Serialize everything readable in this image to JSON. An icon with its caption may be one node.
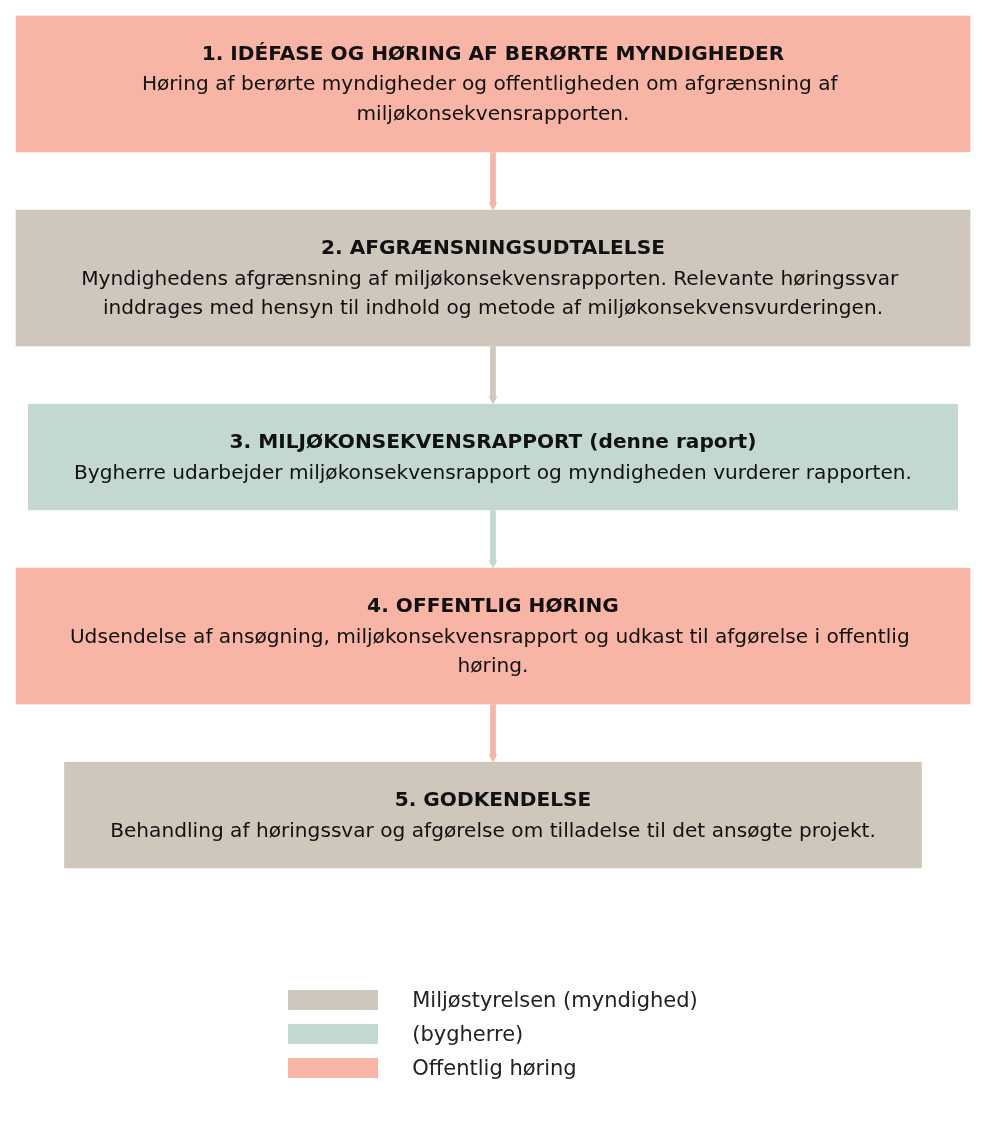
{
  "diagram": {
    "nodes": [
      {
        "text": [
          "1. IDÉFASE OG HØRING AF BERØRTE MYNDIGHEDER",
          "Høring af berørte myndigheder og offentligheden om afgrænsning af miljøkonsekvensrapporten."
        ]
      },
      {
        "text": [
          "2. AFGRÆNSNINGSUDTALELSE",
          "Myndighedens afgrænsning af miljøkonsekvensrapporten. Relevante høringssvar inddrages med hensyn til indhold og metode af miljøkonsekvensvurderingen."
        ]
      },
      {
        "text": [
          "3. MILJØKONSEKVENSRAPPORT (denne raport)",
          "Bygherre udarbejder miljøkonsekvensrapport og myndigheden vurderer rapporten."
        ]
      },
      {
        "text": [
          "4. OFFENTLIG HØRING",
          "Udsendelse af ansøgning, miljøkonsekvensrapport og udkast til afgørelse i offentlig høring."
        ]
      },
      {
        "text": [
          "5. GODKENDELSE",
          "Behandling af høringssvar og afgørelse om tilladelse til det ansøgte projekt."
        ]
      }
    ],
    "edges": [
      {
        "from": 0,
        "to": 1,
        "arrow": "to",
        "color": "#f8b5a5"
      },
      {
        "from": 1,
        "to": 2,
        "arrow": "to",
        "color": "#d0c7bc"
      },
      {
        "from": 2,
        "to": 3,
        "arrow": "to",
        "color": "#c3d9d0"
      },
      {
        "from": 3,
        "to": 4,
        "arrow": "to",
        "color": "#f8b5a5"
      }
    ],
    "legend": [
      {
        "text": "Miljøstyrelsen (myndighed)",
        "color": "#d0c7bc"
      },
      {
        "text": "(bygherre)",
        "color": "#c3d9d0"
      },
      {
        "text": "Offentlig høring",
        "color": "#f8b5a5"
      }
    ]
  }
}
